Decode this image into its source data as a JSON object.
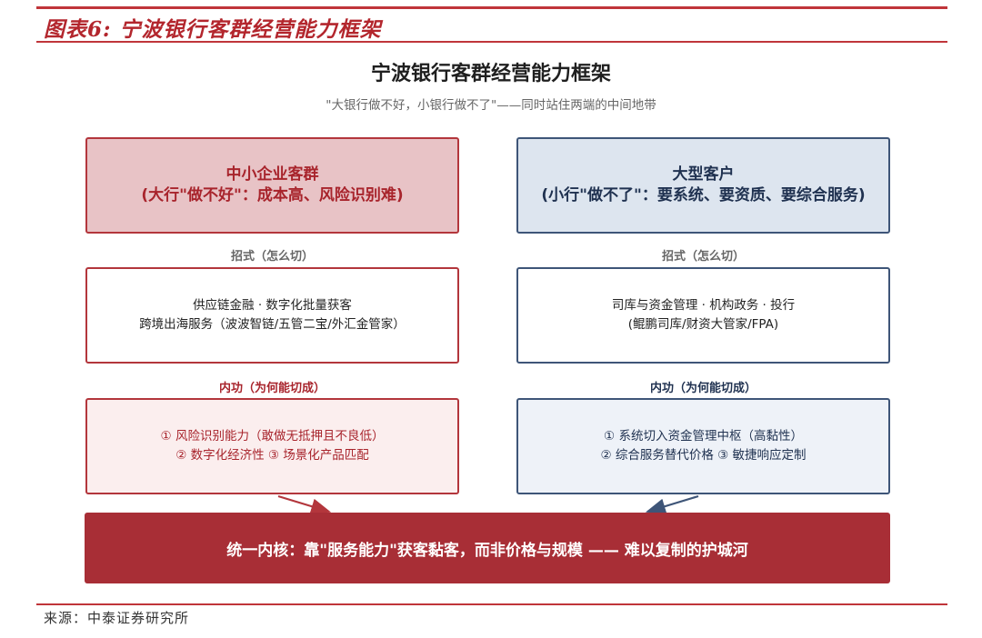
{
  "header": {
    "figure_title": "图表6:  宁波银行客群经营能力框架"
  },
  "diagram": {
    "title": "宁波银行客群经营能力框架",
    "subtitle": "\"大银行做不好，小银行做不了\"——同时站住两端的中间地带",
    "left": {
      "heading_line1": "中小企业客群",
      "heading_line2": "(大行\"做不好\"：成本高、风险识别难)",
      "tactics_label": "招式（怎么切）",
      "tactics_line1": "供应链金融 · 数字化批量获客",
      "tactics_line2": "跨境出海服务（波波智链/五管二宝/外汇金管家）",
      "capability_label": "内功（为何能切成）",
      "capability_line1": "① 风险识别能力（敢做无抵押且不良低）",
      "capability_line2": "② 数字化经济性 ③ 场景化产品匹配"
    },
    "right": {
      "heading_line1": "大型客户",
      "heading_line2": "(小行\"做不了\"：要系统、要资质、要综合服务)",
      "tactics_label": "招式（怎么切）",
      "tactics_line1": "司库与资金管理 · 机构政务 · 投行",
      "tactics_line2": "(鲲鹏司库/财资大管家/FPA)",
      "capability_label": "内功（为何能切成）",
      "capability_line1": "① 系统切入资金管理中枢（高黏性）",
      "capability_line2": "② 综合服务替代价格 ③ 敏捷响应定制"
    },
    "core": "统一内核：靠\"服务能力\"获客黏客，而非价格与规模 —— 难以复制的护城河",
    "colors": {
      "red_accent": "#a82e36",
      "navy_accent": "#3e5578"
    }
  },
  "footer": {
    "source": "来源：中泰证券研究所"
  }
}
